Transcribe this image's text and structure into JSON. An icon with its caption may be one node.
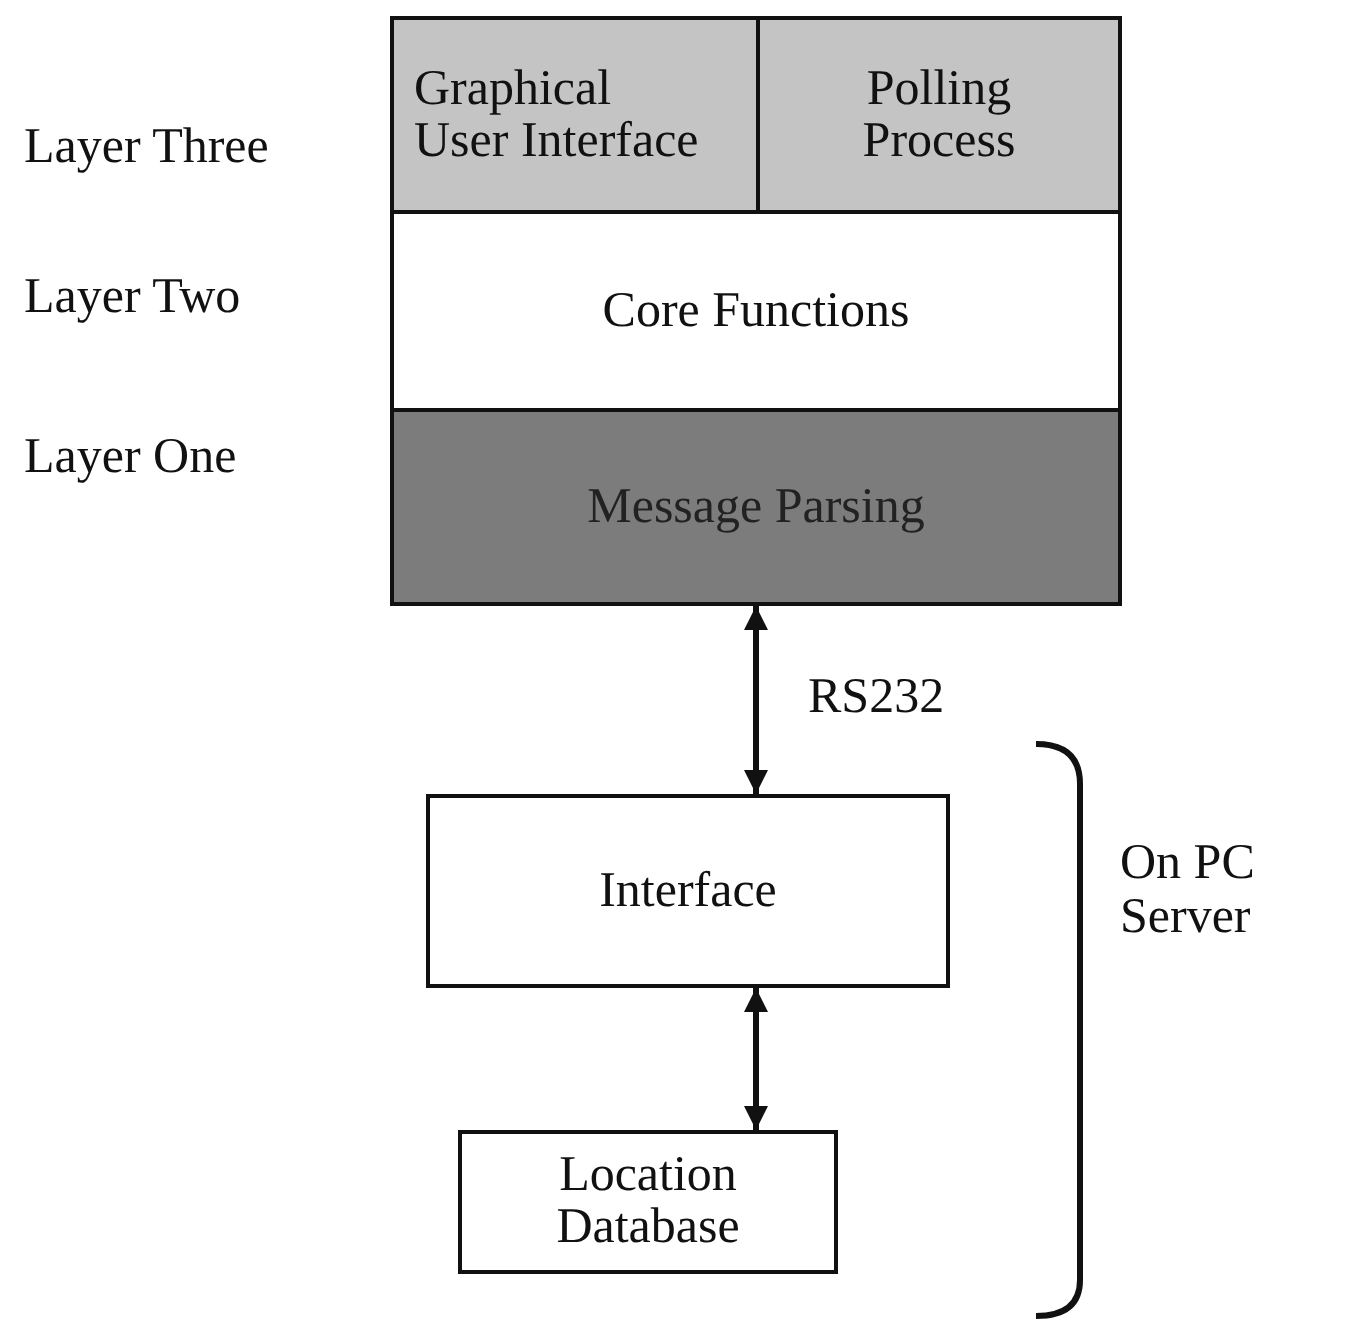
{
  "diagram": {
    "nodes": [
      {
        "text": [
          "Graphical User Interface"
        ]
      },
      {
        "text": [
          "Polling Process"
        ]
      },
      {
        "text": [
          "Core Functions"
        ]
      },
      {
        "text": [
          "Message Parsing"
        ]
      },
      {
        "text": [
          "Interface"
        ]
      },
      {
        "text": [
          "Location Database"
        ]
      }
    ],
    "edges": [
      {
        "from": 3,
        "to": 4,
        "arrow": "both",
        "label": "RS232"
      },
      {
        "from": 4,
        "to": 5,
        "arrow": "both"
      }
    ],
    "labels": [
      "Layer Three",
      "Layer Two",
      "Layer One",
      "On PC Server"
    ]
  }
}
